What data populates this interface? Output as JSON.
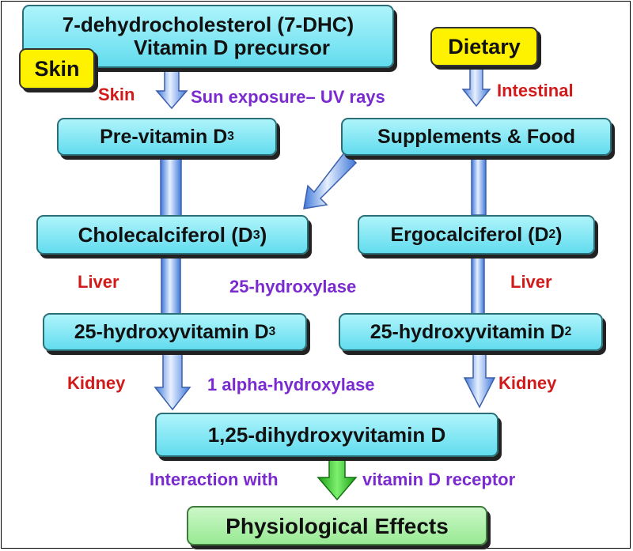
{
  "boxes": {
    "precursor_line1": "7-dehydrocholesterol (7-DHC)",
    "precursor_line2": "Vitamin D precursor",
    "previtamin": "Pre-vitamin D",
    "previtamin_sub": "3",
    "supplements": "Supplements & Food",
    "cholecalciferol": "Cholecalciferol (D",
    "cholecalciferol_sub": "3",
    "cholecalciferol_end": ")",
    "ergocalciferol": "Ergocalciferol (D",
    "ergocalciferol_sub": "2",
    "ergocalciferol_end": ")",
    "hydroxy_d3": "25-hydroxyvitamin D",
    "hydroxy_d3_sub": "3",
    "hydroxy_d2": "25-hydroxyvitamin D",
    "hydroxy_d2_sub": "2",
    "dihydroxy": "1,25-dihydroxyvitamin D",
    "effects": "Physiological Effects"
  },
  "tags": {
    "skin": "Skin",
    "dietary": "Dietary"
  },
  "labels": {
    "skin": "Skin",
    "sun": "Sun exposure– UV rays",
    "intestinal": "Intestinal",
    "liver_left": "Liver",
    "hydroxylase25": "25-hydroxylase",
    "liver_right": "Liver",
    "kidney_left": "Kidney",
    "alpha_hydroxylase": "1 alpha-hydroxylase",
    "kidney_right": "Kidney",
    "interaction": "Interaction with",
    "receptor": "vitamin D receptor"
  },
  "colors": {
    "box_fill": "#62dcee",
    "tag_fill": "#fff200",
    "effects_fill": "#98ea94",
    "label_red": "#d21a1a",
    "label_purple": "#7a2bd0",
    "arrow_blue": "#5a8fe0",
    "arrow_green": "#22c018"
  }
}
